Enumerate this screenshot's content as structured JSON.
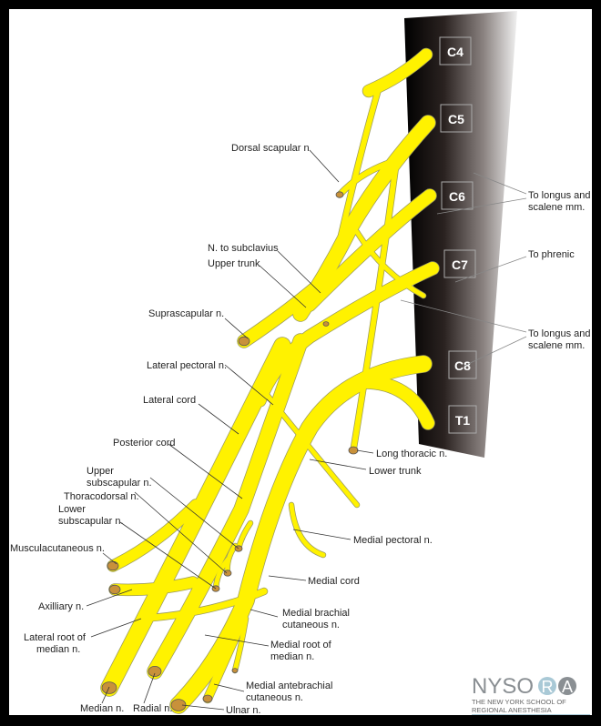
{
  "colors": {
    "nerve": "#fff200",
    "nerve_outline": "#9a9a60",
    "nerve_end": "#c8913a",
    "spine_dark": "#000000",
    "spine_light": "#e6e6e6",
    "frame": "#000000",
    "logo_accent": "#a9c9d6"
  },
  "segments": [
    "C4",
    "C5",
    "C6",
    "C7",
    "C8",
    "T1"
  ],
  "labels": {
    "dorsal_scapular": "Dorsal scapular n",
    "n_to_subclavius": "N. to subclavius",
    "upper_trunk": "Upper trunk",
    "suprascapular": "Suprascapular n.",
    "lateral_pectoral": "Lateral pectoral n.",
    "lateral_cord": "Lateral cord",
    "posterior_cord": "Posterior cord",
    "upper_subscapular_1": "Upper",
    "upper_subscapular_2": "subscapular n.",
    "thoracodorsal": "Thoracodorsal n.",
    "lower_subscapular_1": "Lower",
    "lower_subscapular_2": "subscapular n.",
    "musculocutaneous": "Musculacutaneous n.",
    "axillary": "Axilliary n.",
    "lateral_root_1": "Lateral  root of",
    "lateral_root_2": "median n.",
    "median": "Median n.",
    "radial": "Radial n.",
    "ulnar": "Ulnar n.",
    "medial_antebrachial_1": "Medial antebrachial",
    "medial_antebrachial_2": "cutaneous n.",
    "medial_root_1": "Medial root of",
    "medial_root_2": "median n.",
    "medial_brachial_1": "Medial brachial",
    "medial_brachial_2": "cutaneous n.",
    "medial_cord": "Medial cord",
    "medial_pectoral": "Medial pectoral n.",
    "lower_trunk": "Lower trunk",
    "long_thoracic": "Long thoracic n.",
    "longus_1a": "To longus and",
    "longus_1b": "scalene mm.",
    "phrenic": "To phrenic",
    "longus_2a": "To longus  and",
    "longus_2b": "scalene mm."
  },
  "logo": {
    "text": "NYSORA",
    "tagline": "THE NEW YORK SCHOOL OF REGIONAL ANESTHESIA"
  }
}
